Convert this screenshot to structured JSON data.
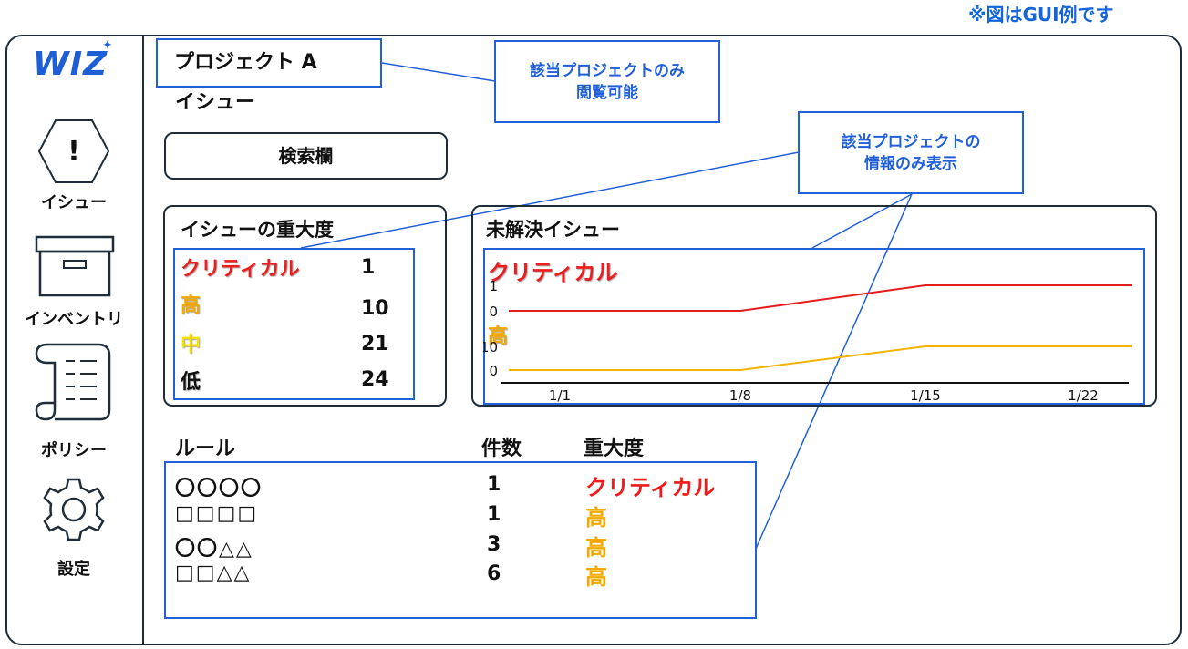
{
  "note": "※図はGUI例です",
  "app": {
    "logo": "WIZ"
  },
  "sidebar": {
    "items": [
      {
        "label": "イシュー",
        "icon": "alert-hexagon-icon"
      },
      {
        "label": "インベントリ",
        "icon": "archive-box-icon"
      },
      {
        "label": "ポリシー",
        "icon": "scroll-icon"
      },
      {
        "label": "設定",
        "icon": "gear-icon"
      }
    ]
  },
  "header": {
    "project": "プロジェクト A",
    "section": "イシュー",
    "search_label": "検索欄"
  },
  "callouts": {
    "project_only": "該当プロジェクトのみ\n閲覧可能",
    "project_info": "該当プロジェクトの\n情報のみ表示"
  },
  "severity_panel": {
    "title": "イシューの重大度",
    "rows": [
      {
        "label": "クリティカル",
        "count": "1",
        "color": "#ee1c1c"
      },
      {
        "label": "高",
        "count": "10",
        "color": "#f2a900"
      },
      {
        "label": "中",
        "count": "21",
        "color": "#f5e100"
      },
      {
        "label": "低",
        "count": "24",
        "color": "#111111"
      }
    ]
  },
  "unresolved_panel": {
    "title": "未解決イシュー",
    "critical_label": "クリティカル",
    "high_label": "高"
  },
  "chart_data": {
    "type": "line",
    "x": [
      "1/1",
      "1/8",
      "1/15",
      "1/22"
    ],
    "series": [
      {
        "name": "クリティカル",
        "color": "#e51c1c",
        "x": [
          "1/1",
          "1/8",
          "1/15",
          "1/22"
        ],
        "values": [
          0,
          0,
          1,
          1
        ],
        "y_ticks": [
          "1",
          "0"
        ]
      },
      {
        "name": "高",
        "color": "#f2b400",
        "x": [
          "1/1",
          "1/8",
          "1/15",
          "1/22"
        ],
        "values": [
          0,
          0,
          10,
          10
        ],
        "y_ticks": [
          "10",
          "0"
        ]
      }
    ]
  },
  "rules_table": {
    "headers": {
      "rule": "ルール",
      "count": "件数",
      "severity": "重大度"
    },
    "rows": [
      {
        "name": "〇〇〇〇",
        "count": "1",
        "severity": "クリティカル",
        "color": "#ee1c1c"
      },
      {
        "name": "□□□□",
        "count": "1",
        "severity": "高",
        "color": "#f2a900"
      },
      {
        "name": "〇〇△△",
        "count": "3",
        "severity": "高",
        "color": "#f2a900"
      },
      {
        "name": "□□△△",
        "count": "6",
        "severity": "高",
        "color": "#f2a900"
      }
    ]
  }
}
